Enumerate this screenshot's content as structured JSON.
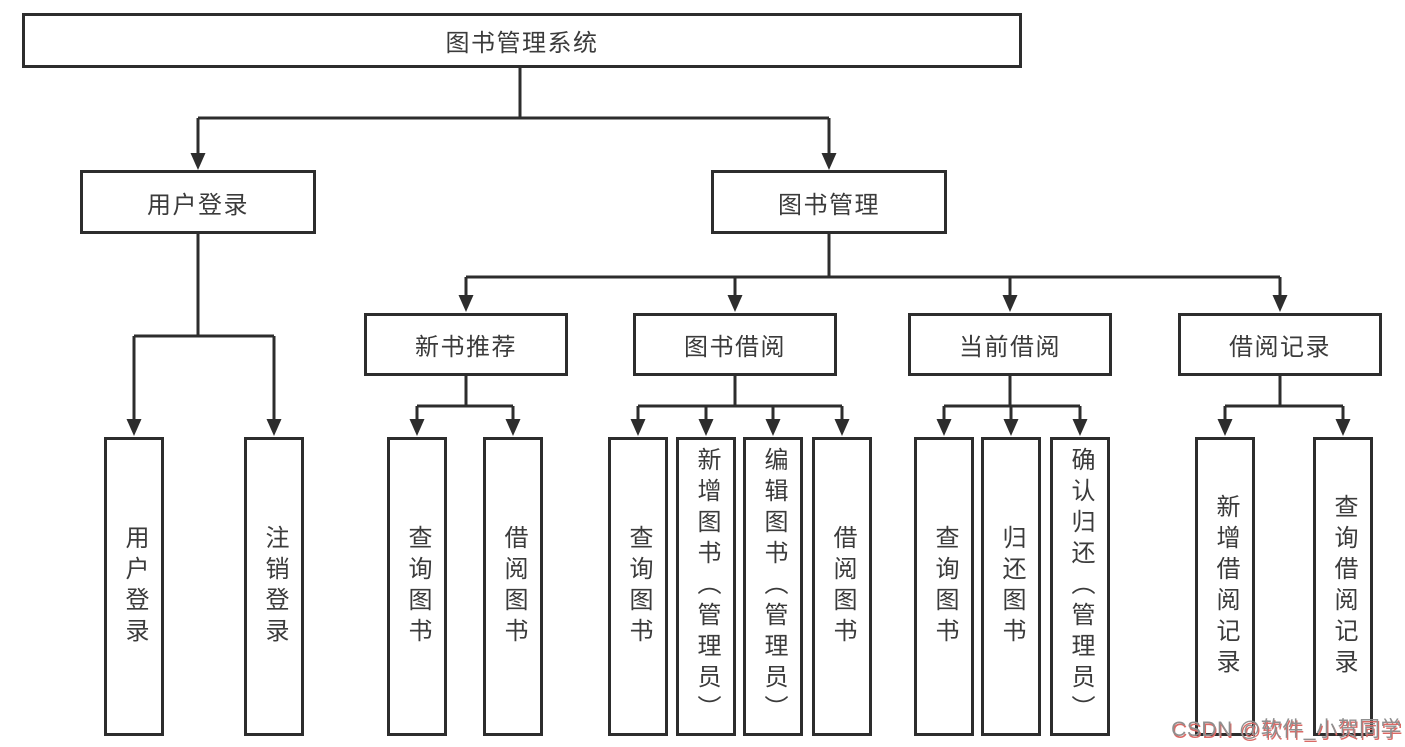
{
  "diagram": {
    "root": {
      "label": "图书管理系统"
    },
    "branches": [
      {
        "label": "用户登录",
        "children": [
          {
            "label": "用户登录"
          },
          {
            "label": "注销登录"
          }
        ]
      },
      {
        "label": "图书管理",
        "children": [
          {
            "label": "新书推荐",
            "children": [
              {
                "label": "查询图书"
              },
              {
                "label": "借阅图书"
              }
            ]
          },
          {
            "label": "图书借阅",
            "children": [
              {
                "label": "查询图书"
              },
              {
                "label": "新增图书（管理员）"
              },
              {
                "label": "编辑图书（管理员）"
              },
              {
                "label": "借阅图书"
              }
            ]
          },
          {
            "label": "当前借阅",
            "children": [
              {
                "label": "查询图书"
              },
              {
                "label": "归还图书"
              },
              {
                "label": "确认归还（管理员）"
              }
            ]
          },
          {
            "label": "借阅记录",
            "children": [
              {
                "label": "新增借阅记录"
              },
              {
                "label": "查询借阅记录"
              }
            ]
          }
        ]
      }
    ]
  },
  "watermark": {
    "text": "CSDN @软件_小贺同学"
  },
  "colors": {
    "line": "#2d2d2d",
    "text": "#3b3b3b",
    "background": "#ffffff",
    "watermark": "#8f8f8f",
    "watermark_shadow": "#d96a66"
  }
}
